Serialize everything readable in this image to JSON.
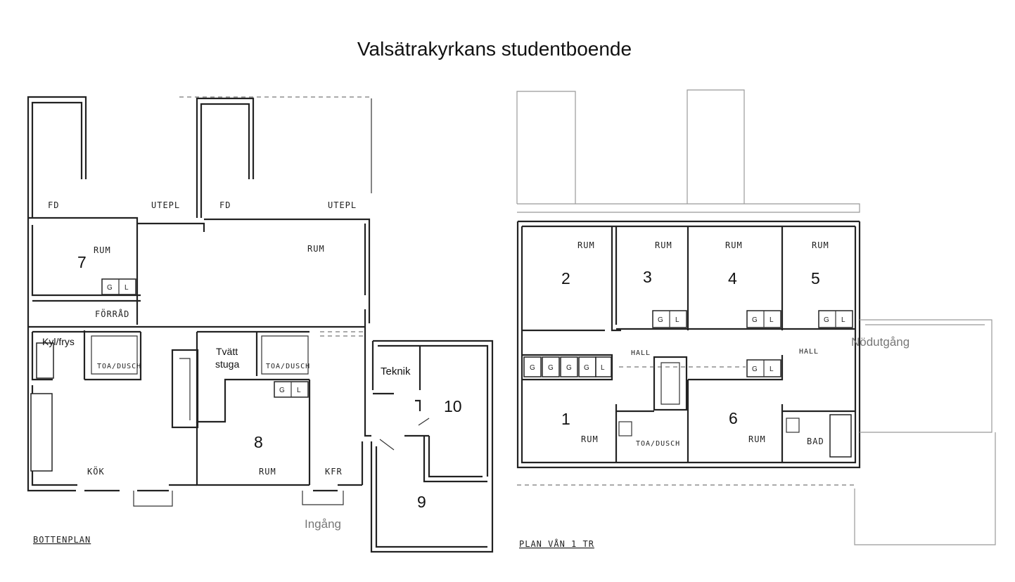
{
  "title": "Valsätrakyrkans studentboende",
  "ground_floor": {
    "heading": "BOTTENPLAN",
    "handwritten": {
      "fd_left": "FD",
      "utepl_left": "UTEPL",
      "fd_right": "FD",
      "utepl_right": "UTEPL",
      "rum_7": "RUM",
      "rum_top": "RUM",
      "forrad": "FÖRRÅD",
      "tos_dusch_left": "TOA/DUSCH",
      "tos_dusch_right": "TOA/DUSCH",
      "kok": "KÖK",
      "rum_8": "RUM",
      "kfr": "KFR"
    },
    "labels": {
      "kyl_frys": "Kyl/frys",
      "tvatt_line1": "Tvätt",
      "tvatt_line2": "stuga",
      "teknik": "Teknik",
      "ingang": "Ingång"
    },
    "room_numbers": {
      "r7": "7",
      "r8": "8",
      "r9": "9",
      "r10": "10"
    },
    "cabinet_letters": {
      "g": "G",
      "l": "L"
    }
  },
  "upper_floor": {
    "heading": "PLAN VÅN 1 TR",
    "handwritten": {
      "rum_2": "RUM",
      "rum_3": "RUM",
      "rum_4": "RUM",
      "rum_5": "RUM",
      "hall_left": "HALL",
      "hall_right": "HALL",
      "rum_1": "RUM",
      "tos_dusch": "TOA/DUSCH",
      "rum_6": "RUM",
      "bad": "BAD"
    },
    "labels": {
      "nodutgang": "Nödutgång"
    },
    "room_numbers": {
      "r1": "1",
      "r2": "2",
      "r3": "3",
      "r4": "4",
      "r5": "5",
      "r6": "6"
    },
    "cabinet_letters": {
      "g": "G",
      "l": "L"
    }
  }
}
